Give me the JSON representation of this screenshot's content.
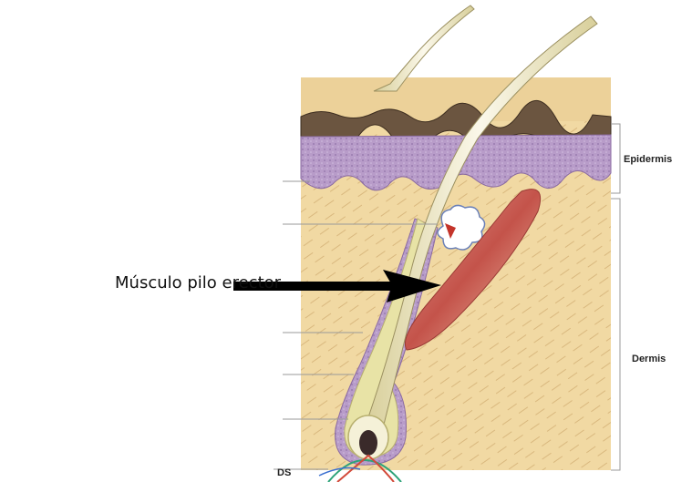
{
  "callout": {
    "label": "Músculo pilo erector"
  },
  "layers": {
    "epidermis": "Epidermis",
    "dermis": "Dermis"
  },
  "partial_label": "DS",
  "colors": {
    "dermis": "#f1d9a3",
    "epidermis_top": "#e9cc8f",
    "purple_layer": "#b89cc9",
    "dark_band": "#6b5540",
    "hair": "#f4efd9",
    "muscle": "#c4534a",
    "arrow": "#000000"
  }
}
